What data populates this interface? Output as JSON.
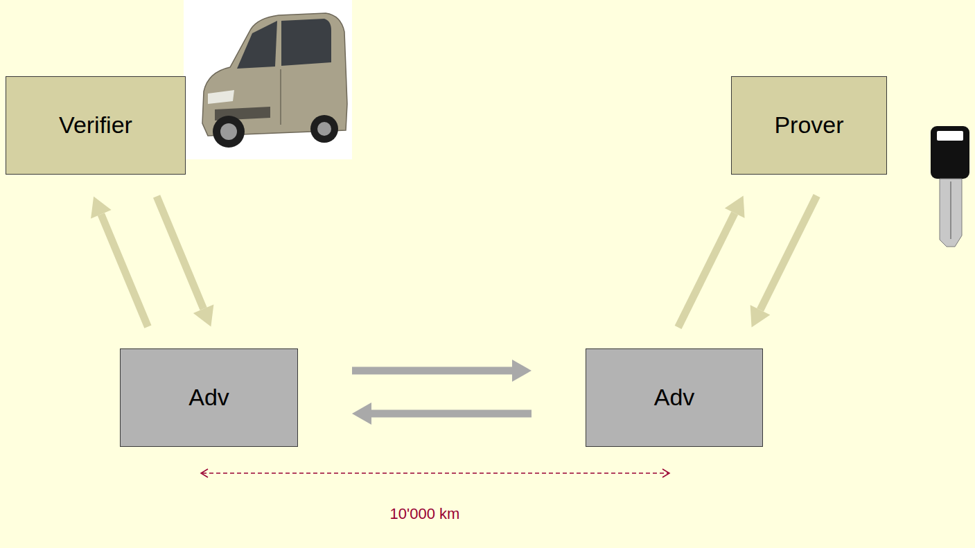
{
  "diagram": {
    "nodes": [
      {
        "text": [
          "Verifier"
        ]
      },
      {
        "text": [
          "Prover"
        ]
      },
      {
        "text": [
          "Adv"
        ]
      },
      {
        "text": [
          "Adv"
        ]
      }
    ],
    "edges": [
      {
        "from": 2,
        "to": 0,
        "arrow": "to"
      },
      {
        "from": 0,
        "to": 2,
        "arrow": "to"
      },
      {
        "from": 2,
        "to": 3,
        "arrow": "to"
      },
      {
        "from": 3,
        "to": 2,
        "arrow": "to"
      },
      {
        "from": 3,
        "to": 1,
        "arrow": "to"
      },
      {
        "from": 1,
        "to": 3,
        "arrow": "to"
      }
    ],
    "labels": [
      "10'000 km"
    ]
  }
}
